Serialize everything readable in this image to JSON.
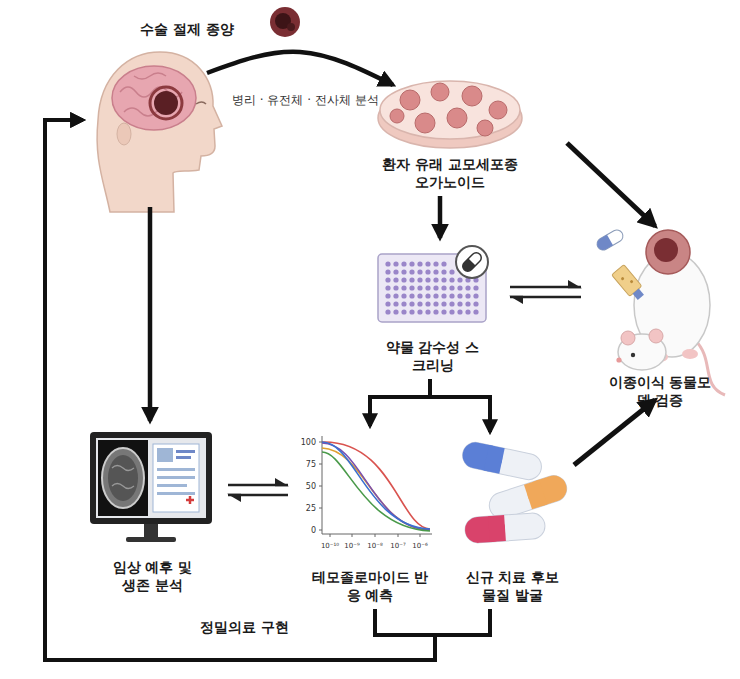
{
  "diagram": {
    "nodes": [
      {
        "text": []
      },
      {
        "text": [
          "환자 유래 교모세포종 오가노이드"
        ]
      },
      {
        "text": [
          "약물 감수성 스크리닝"
        ]
      },
      {
        "text": [
          "이종이식 동물모델 검증"
        ]
      },
      {
        "text": [
          "임상 예후 및 생존 분석"
        ]
      },
      {
        "text": [
          "테모졸로마이드 반응 예측"
        ]
      },
      {
        "text": [
          "신규 치료 후보물질 발굴"
        ]
      }
    ],
    "edges": [
      {
        "from": 0,
        "to": 1,
        "arrow": "to",
        "label": "수술 절제 종양"
      },
      {
        "from": 1,
        "to": 2,
        "arrow": "to"
      },
      {
        "from": 1,
        "to": 3,
        "arrow": "to"
      },
      {
        "from": 2,
        "to": 3,
        "arrow": "both"
      },
      {
        "from": 0,
        "to": 4,
        "arrow": "to"
      },
      {
        "from": 4,
        "to": 5,
        "arrow": "both"
      },
      {
        "from": 2,
        "to": 5,
        "arrow": "to"
      },
      {
        "from": 2,
        "to": 6,
        "arrow": "to"
      },
      {
        "from": 6,
        "to": 3,
        "arrow": "to"
      },
      {
        "from": 5,
        "to": 0,
        "arrow": "to",
        "label": "정밀의료 구현"
      },
      {
        "from": 6,
        "to": 0,
        "arrow": "to"
      }
    ],
    "labels": [
      "병리 · 유전체 · 전사체 분석",
      "100",
      "75",
      "50",
      "25",
      "0",
      "10⁻¹⁰",
      "10⁻⁹",
      "10⁻⁸",
      "10⁻⁷",
      "10⁻⁶"
    ]
  }
}
